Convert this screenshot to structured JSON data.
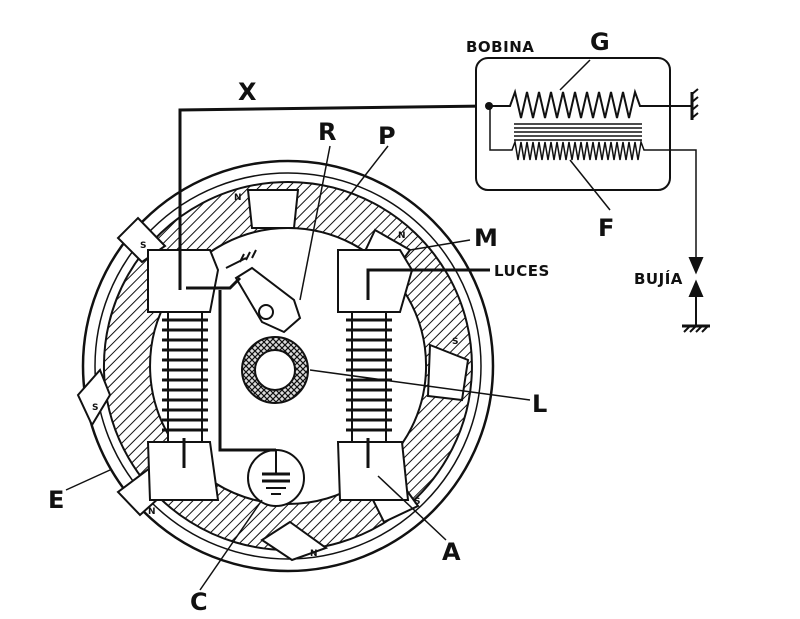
{
  "labels": {
    "bobina": "BOBINA",
    "g": "G",
    "x": "X",
    "r": "R",
    "p": "P",
    "m": "M",
    "luces": "LUCES",
    "bujia": "BUJÍA",
    "f": "F",
    "l": "L",
    "e": "E",
    "a": "A",
    "c": "C"
  },
  "pole_marks": [
    "N",
    "S",
    "S",
    "N",
    "S",
    "S",
    "N",
    "N"
  ],
  "colors": {
    "ink": "#111111",
    "paper": "#ffffff"
  }
}
